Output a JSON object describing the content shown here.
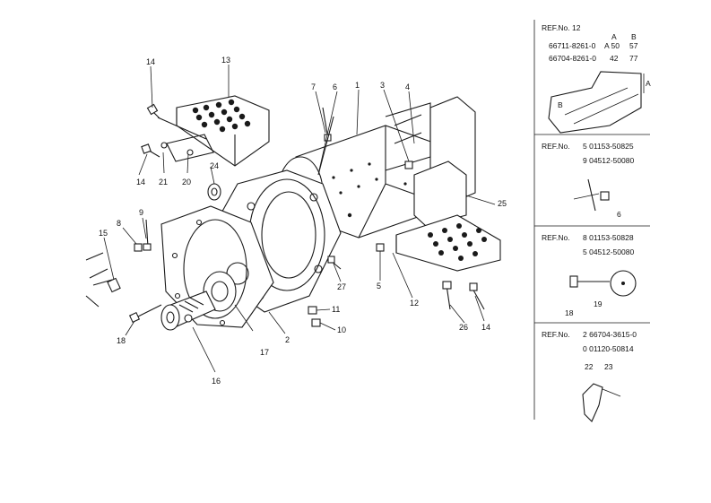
{
  "callouts": {
    "c1": "1",
    "c2": "2",
    "c3": "3",
    "c4": "4",
    "c5": "5",
    "c6": "6",
    "c7": "7",
    "c8": "8",
    "c9": "9",
    "c10": "10",
    "c11": "11",
    "c12": "12",
    "c13": "13",
    "c14a": "14",
    "c14b": "14",
    "c14c": "14",
    "c15": "15",
    "c16": "16",
    "c17": "17",
    "c18": "18",
    "c20": "20",
    "c21": "21",
    "c24": "24",
    "c25": "25",
    "c26": "26",
    "c27": "27"
  },
  "side_panels": [
    {
      "title": "REF.No. 12",
      "rows": [
        {
          "part": "66711-8261-0",
          "value": "A 50"
        },
        {
          "part": "66704-8261-0",
          "value": "42"
        }
      ],
      "col_a": "A",
      "col_b": "B",
      "b_values": [
        "57",
        "77"
      ],
      "dim_a": "A",
      "dim_b": "B"
    },
    {
      "title": "REF.No.",
      "rows": [
        {
          "part": "5 01153-50825"
        },
        {
          "part": "9 04512-50080"
        }
      ],
      "label": "6"
    },
    {
      "title": "REF.No.",
      "rows": [
        {
          "part": "8 01153-50828"
        },
        {
          "part": "5 04512-50080"
        }
      ],
      "labels": [
        "18",
        "19"
      ]
    },
    {
      "title": "REF.No.",
      "rows": [
        {
          "part": "2 66704-3615-0"
        },
        {
          "part": "0 01120-50814"
        }
      ],
      "labels": [
        "22",
        "23"
      ]
    }
  ]
}
